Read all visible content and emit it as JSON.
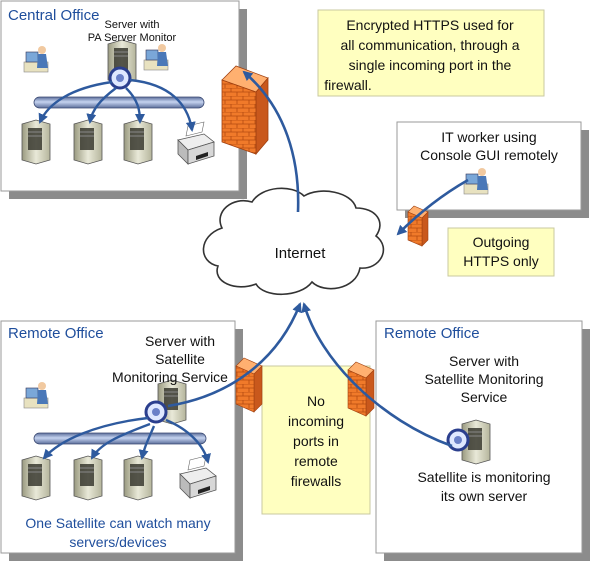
{
  "central": {
    "title": "Central Office",
    "server_label_1": "Server with",
    "server_label_2": "PA Server Monitor"
  },
  "note_https": {
    "line1": "Encrypted HTTPS used for",
    "line2": "all communication, through a",
    "line3": "single incoming port in the",
    "line4": "firewall."
  },
  "it_worker": {
    "line1": "IT worker using",
    "line2": "Console GUI remotely"
  },
  "internet": {
    "label": "Internet"
  },
  "note_outgoing": {
    "line1": "Outgoing",
    "line2": "HTTPS only"
  },
  "remote_left": {
    "title": "Remote Office",
    "line1": "Server with",
    "line2": "Satellite",
    "line3": "Monitoring Service",
    "caption1": "One Satellite can watch many",
    "caption2": "servers/devices"
  },
  "note_no_incoming": {
    "line1": "No",
    "line2": "incoming",
    "line3": "ports in",
    "line4": "remote",
    "line5": "firewalls"
  },
  "remote_right": {
    "title": "Remote Office",
    "line1": "Server with",
    "line2": "Satellite Monitoring",
    "line3": "Service",
    "caption1": "Satellite is monitoring",
    "caption2": "its own server"
  },
  "colors": {
    "title_blue": "#1f4e9c",
    "arrow_blue": "#2e5a9e",
    "note_fill": "#ffffc0",
    "firewall": "#f07a2a"
  }
}
